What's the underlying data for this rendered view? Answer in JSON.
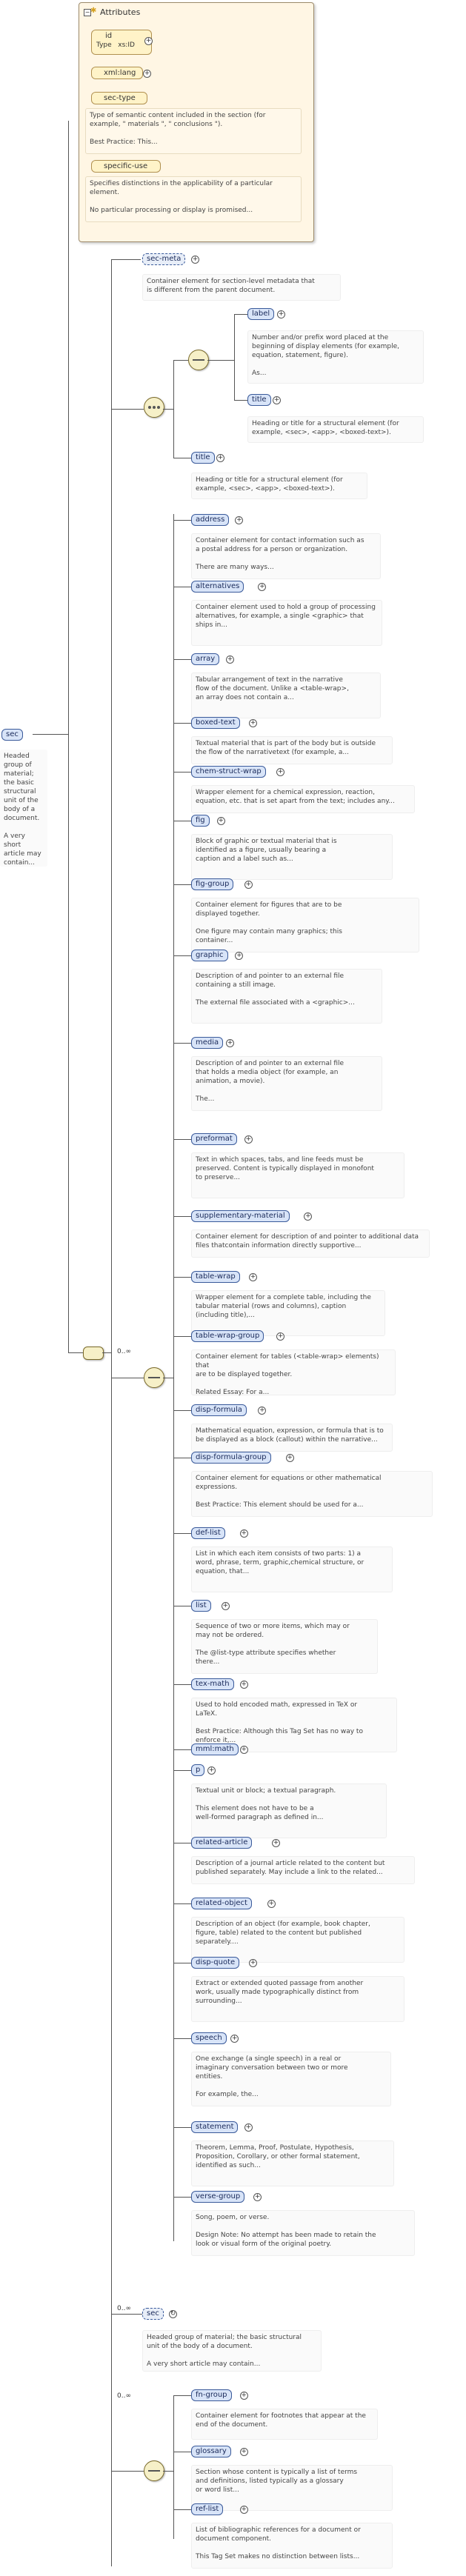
{
  "attributes": {
    "title": "Attributes",
    "items": [
      {
        "name": "id",
        "type_label": "Type",
        "type_value": "xs:ID"
      },
      {
        "name": "xml:lang"
      },
      {
        "name": "sec-type",
        "desc": "Type of semantic content included in the section (for\nexample, \" materials \", \" conclusions \").\n\nBest Practice: This..."
      },
      {
        "name": "specific-use",
        "desc": "Specifies distinctions in the applicability of a particular\nelement.\n\nNo particular processing or display is promised..."
      }
    ]
  },
  "root": {
    "name": "sec",
    "desc": "Headed\ngroup of\nmaterial;\nthe basic\nstructural\nunit of the\nbody of a\ndocument.\n\nA very short\narticle may\ncontain..."
  },
  "sec_meta": {
    "name": "sec-meta",
    "desc": "Container element for section-level metadata that\nis different from the parent document."
  },
  "label_title_choice": [
    {
      "name": "label",
      "desc": "Number and/or prefix word placed at the\nbeginning of display elements (for example,\nequation, statement, figure).\n\nAs..."
    },
    {
      "name": "title",
      "desc": "Heading or title for a structural element (for\nexample, <sec>, <app>, <boxed-text>)."
    }
  ],
  "title_node": {
    "name": "title",
    "desc": "Heading or title for a structural element (for\nexample, <sec>, <app>, <boxed-text>)."
  },
  "content_choice_card": "0..∞",
  "content_elements": [
    {
      "name": "address",
      "desc": "Container element for contact information such as\na postal address for a person or organization.\n\nThere are many ways..."
    },
    {
      "name": "alternatives",
      "desc": "Container element used to hold a group of processing\nalternatives, for example, a single <graphic> that\nships in..."
    },
    {
      "name": "array",
      "desc": "Tabular arrangement of text in the narrative\nflow of the document. Unlike a <table-wrap>,\nan array does not contain a..."
    },
    {
      "name": "boxed-text",
      "desc": "Textual material that is part of the body but is outside\nthe flow of the narrativetext (for example, a..."
    },
    {
      "name": "chem-struct-wrap",
      "desc": "Wrapper element for a chemical expression, reaction,\nequation, etc. that is set apart from the text; includes any..."
    },
    {
      "name": "fig",
      "desc": "Block of graphic or textual material that is\nidentified as a figure, usually bearing a\ncaption and a label such as..."
    },
    {
      "name": "fig-group",
      "desc": "Container element for figures that are to be\ndisplayed together.\n\nOne figure may contain many graphics; this\ncontainer..."
    },
    {
      "name": "graphic",
      "desc": "Description of and pointer to an external file\ncontaining a still image.\n\nThe external file associated with a <graphic>..."
    },
    {
      "name": "media",
      "desc": "Description of and pointer to an external file\nthat holds a media object (for example, an\nanimation, a movie).\n\nThe..."
    },
    {
      "name": "preformat",
      "desc": "Text in which spaces, tabs, and line feeds must be\npreserved. Content is typically displayed in monofont\nto preserve..."
    },
    {
      "name": "supplementary-material",
      "desc": "Container element for description of and pointer to additional data\nfiles thatcontain information directly supportive..."
    },
    {
      "name": "table-wrap",
      "desc": "Wrapper element for a complete table, including the\ntabular material (rows and columns), caption\n(including title),..."
    },
    {
      "name": "table-wrap-group",
      "desc": "Container element for tables (<table-wrap> elements) that\nare to be displayed together.\n\nRelated Essay: For a..."
    },
    {
      "name": "disp-formula",
      "desc": "Mathematical equation, expression, or formula that is to\nbe displayed as a block (callout) within the narrative..."
    },
    {
      "name": "disp-formula-group",
      "desc": "Container element for equations or other mathematical\nexpressions.\n\nBest Practice: This element should be used for a..."
    },
    {
      "name": "def-list",
      "desc": "List in which each item consists of two parts: 1) a\nword, phrase, term, graphic,chemical structure, or\nequation, that..."
    },
    {
      "name": "list",
      "desc": "Sequence of two or more items, which may or\nmay not be ordered.\n\nThe @list-type attribute specifies whether\nthere..."
    },
    {
      "name": "tex-math",
      "desc": "Used to hold encoded math, expressed in TeX or\nLaTeX.\n\nBest Practice: Although this Tag Set has no way to\nenforce it,..."
    },
    {
      "name": "mml:math",
      "desc": ""
    },
    {
      "name": "p",
      "desc": "Textual unit or block; a textual paragraph.\n\nThis element does not have to be a\nwell-formed paragraph as defined in..."
    },
    {
      "name": "related-article",
      "desc": "Description of a journal article related to the content but\npublished separately. May include a link to the related..."
    },
    {
      "name": "related-object",
      "desc": "Description of an object (for example, book chapter,\nfigure, table) related to the content but published\nseparately...."
    },
    {
      "name": "disp-quote",
      "desc": "Extract or extended quoted passage from another\nwork, usually made typographically distinct from\nsurrounding..."
    },
    {
      "name": "speech",
      "desc": "One exchange (a single speech) in a real or\nimaginary conversation between two or more\nentities.\n\nFor example, the..."
    },
    {
      "name": "statement",
      "desc": "Theorem, Lemma, Proof, Postulate, Hypothesis,\nProposition, Corollary, or other formal statement,\nidentified as such..."
    },
    {
      "name": "verse-group",
      "desc": "Song, poem, or verse.\n\nDesign Note: No attempt has been made to retain the\nlook or visual form of the original poetry."
    }
  ],
  "sec_recursive": {
    "card": "0..∞",
    "name": "sec",
    "desc": "Headed group of material; the basic structural\nunit of the body of a document.\n\nA very short article may contain..."
  },
  "back_card": "0..∞",
  "back_elements": [
    {
      "name": "fn-group",
      "desc": "Container element for footnotes that appear at the\nend of the document."
    },
    {
      "name": "glossary",
      "desc": "Section whose content is typically a list of terms\nand definitions, listed typically as a glossary\nor word list..."
    },
    {
      "name": "ref-list",
      "desc": "List of bibliographic references for a document or\ndocument component.\n\nThis Tag Set makes no distinction between lists..."
    }
  ]
}
